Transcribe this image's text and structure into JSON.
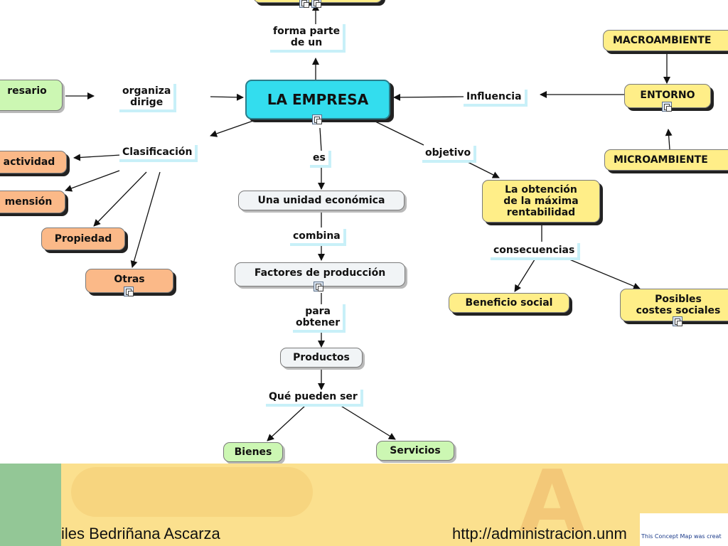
{
  "nodes": {
    "top_partial": "",
    "main": "LA EMPRESA",
    "empresario": "resario",
    "macroambiente": "MACROAMBIENTE",
    "entorno": "ENTORNO",
    "microambiente": "MICROAMBIENTE",
    "actividad": "actividad",
    "dimension": "mensión",
    "propiedad": "Propiedad",
    "otras": "Otras",
    "unidad": "Una unidad económica",
    "factores": "Factores de producción",
    "productos": "Productos",
    "bienes": "Bienes",
    "servicios": "Servicios",
    "obtencion": [
      "La obtención",
      "de la máxima",
      "rentabilidad"
    ],
    "beneficio": "Beneficio social",
    "costes": [
      "Posibles",
      "costes sociales"
    ]
  },
  "links": {
    "forma_parte": "forma parte\nde un",
    "organiza": "organiza\ndirige",
    "influencia": "Influencia",
    "clasificacion": "Clasificación",
    "es": "es",
    "objetivo": "objetivo",
    "combina": "combina",
    "para_obtener": "para\nobtener",
    "que_pueden_ser": "Qué pueden ser",
    "consecuencias": "consecuencias"
  },
  "footer": {
    "author": "iles Bedriñana Ascarza",
    "url": "http://administracion.unm",
    "cmap_credit": "This Concept Map was creat",
    "watermark": "A"
  },
  "colors": {
    "main": "#33ddee",
    "yellow": "#ffee88",
    "grey": "#f1f4f6",
    "orange": "#fbb988",
    "green": "#ccf7b3",
    "footer_band": "#fbe08e",
    "footer_green": "#93c796"
  }
}
